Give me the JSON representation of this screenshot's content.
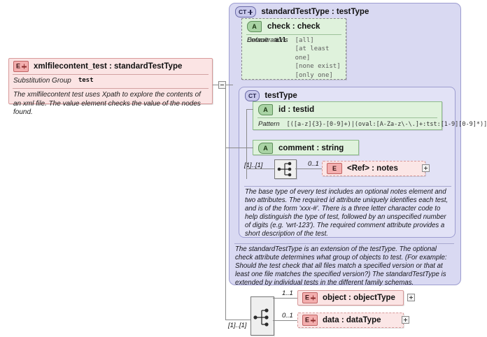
{
  "diagram": {
    "title": "xmlfilecontent_test : standardTestType",
    "kind": "xsd-schema-diagram"
  },
  "root_element": {
    "icon": "element-plus-icon",
    "badge_letter": "E",
    "name": "xmlfilecontent_test",
    "separator": ":",
    "type": "standardTestType",
    "title": "xmlfilecontent_test : standardTestType",
    "properties": [
      {
        "key": "Substitution Group",
        "value": "test"
      }
    ],
    "description": "The xmlfilecontent test uses Xpath to explore the contents of an xml file. The value element checks the value of the nodes found."
  },
  "standard_test_type": {
    "icon": "complextype-plus-icon",
    "badge": "CT",
    "title": "standardTestType : testType",
    "name": "standardTestType",
    "separator": ":",
    "base": "testType",
    "check_attribute": {
      "icon": "attribute-icon",
      "badge": "A",
      "title": "check        : check",
      "name": "check",
      "separator": ":",
      "type": "check",
      "optional": true,
      "rows": [
        {
          "key": "Default",
          "value": "all"
        }
      ],
      "enumerations_label": "Enumerations",
      "enumerations": [
        "[all]",
        "[at least one]",
        "[none exist]",
        "[only one]"
      ]
    },
    "description": "The standardTestType is an extension of the testType.  The optional check attribute determines what group of objects to test.  (For example: Should the test check that all files match a specified version or that at least one file matches the specified version?)  The standardTestType is extended by individual tests in the different family schemas."
  },
  "test_type": {
    "icon": "complextype-icon",
    "badge": "CT",
    "title": "testType",
    "name": "testType",
    "id_attribute": {
      "icon": "attribute-icon",
      "badge": "A",
      "title": "id          : testid",
      "name": "id",
      "separator": ":",
      "type": "testid",
      "pattern_label": "Pattern",
      "pattern_value": "[([a-z]{3}-[0-9]+)|(oval:[A-Za-z\\-\\.]+:tst:[1-9][0-9]*)]"
    },
    "comment_attribute": {
      "icon": "attribute-icon",
      "badge": "A",
      "title": "comment : string",
      "name": "comment",
      "separator": ":",
      "type": "string"
    },
    "sequence": {
      "icon": "sequence-icon",
      "occurrence": "[1]..[1]"
    },
    "ref_element": {
      "icon": "element-icon",
      "badge": "E",
      "cardinality": "0..1",
      "name": "<Ref>",
      "separator": ":",
      "type": "notes",
      "title": "<Ref>        : notes",
      "optional": true,
      "expander": "+"
    },
    "description": "The base type of every test includes an optional notes element and two attributes.  The required id attribute uniquely identifies each test, and is of the form 'xxx-#'.  There is a three letter character code to help distinguish the type of test, followed by an unspecified number of digits (e.g. 'wrt-123').  The required comment attribute provides a short description of the test."
  },
  "bottom_sequence": {
    "icon": "sequence-icon",
    "occurrence": "[1]..[1]",
    "children": [
      {
        "icon": "element-plus-icon",
        "badge": "E",
        "cardinality": "1..1",
        "name": "object",
        "separator": ":",
        "type": "objectType",
        "title": "object      : objectType",
        "optional": false,
        "expander": "+"
      },
      {
        "icon": "element-plus-icon",
        "badge": "E",
        "cardinality": "0..1",
        "name": "data",
        "separator": ":",
        "type": "dataType",
        "title": "data        : dataType",
        "optional": true,
        "expander": "+"
      }
    ]
  },
  "toggles": {
    "root_collapse": "-",
    "symbol_minus": "-",
    "symbol_plus": "+"
  },
  "colors": {
    "element_fill": "#fbe4e4",
    "element_border": "#d89a9a",
    "element_badge": "#f3aeae",
    "complextype_fill": "#d9d9f2",
    "complextype_inner_fill": "#e2e2f6",
    "complextype_border": "#9d9dd0",
    "attribute_fill": "#dff2dc",
    "attribute_border": "#8dbb8a",
    "attribute_badge": "#a9d3a4",
    "connector_line": "#8a8a8a",
    "background": "#ffffff"
  }
}
